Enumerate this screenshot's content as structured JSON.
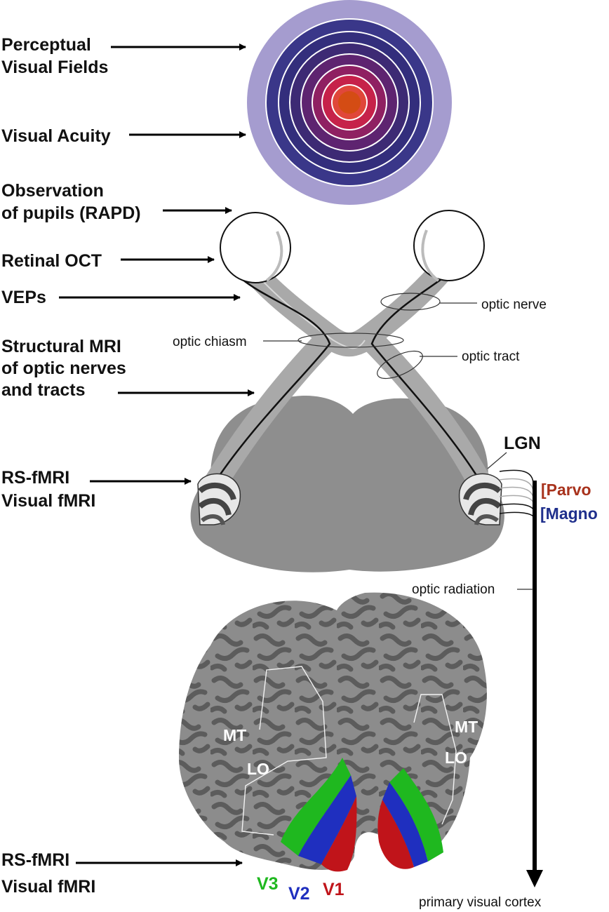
{
  "labels": {
    "perceptual_line1": "Perceptual",
    "perceptual_line2": "Visual Fields",
    "acuity": "Visual Acuity",
    "pupils_line1": "Observation",
    "pupils_line2": "of pupils (RAPD)",
    "oct": "Retinal OCT",
    "veps": "VEPs",
    "mri_line1": "Structural MRI",
    "mri_line2": "of optic nerves",
    "mri_line3": "and tracts",
    "rsfmri1_line1": "RS-fMRI",
    "rsfmri1_line2": "Visual fMRI",
    "rsfmri2_line1": "RS-fMRI",
    "rsfmri2_line2": "Visual fMRI"
  },
  "anatomy": {
    "optic_nerve": "optic nerve",
    "optic_chiasm": "optic chiasm",
    "optic_tract": "optic tract",
    "lgn": "LGN",
    "parvo": "[Parvo",
    "magno": "[Magno",
    "optic_radiation": "optic radiation",
    "primary_visual_cortex": "primary visual cortex"
  },
  "cortex_areas": {
    "mt_left": "MT",
    "lo_left": "LO",
    "mt_right": "MT",
    "lo_right": "LO",
    "v3": "V3",
    "v2": "V2",
    "v1": "V1"
  },
  "colors": {
    "parvo": "#a8321c",
    "magno": "#1f2f8c",
    "v1": "#c0141a",
    "v2": "#1f2fbf",
    "v3": "#1fb81f"
  }
}
